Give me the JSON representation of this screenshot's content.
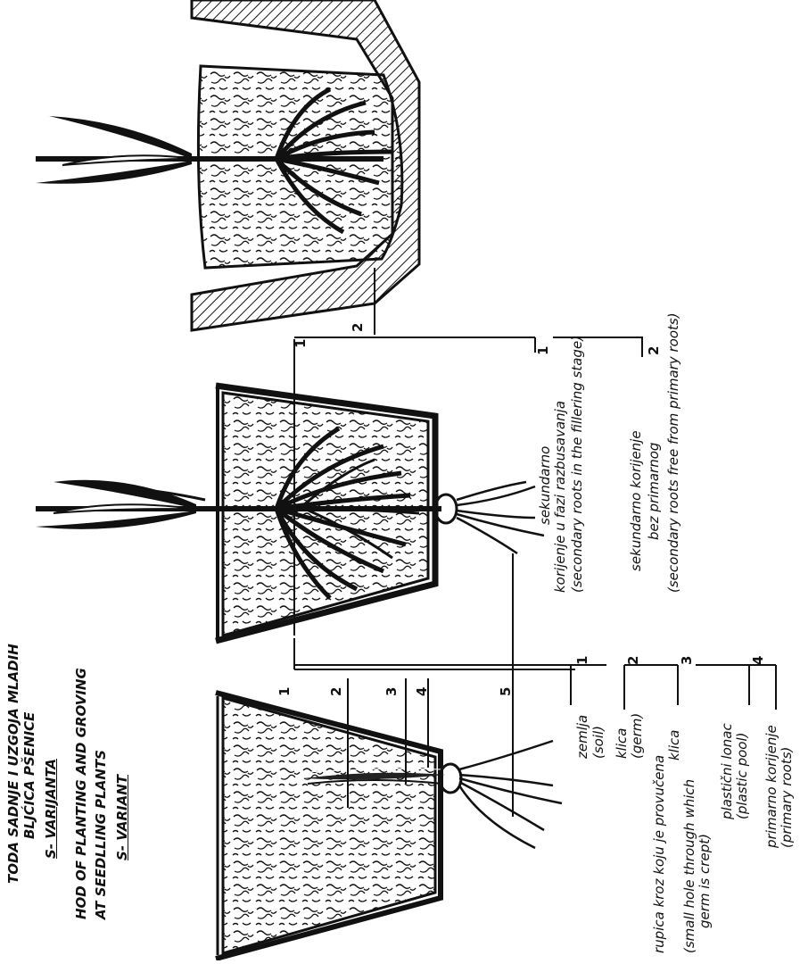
{
  "title": {
    "line1": "TODA SADNJE I UZGOJA MLADIH",
    "line2": "BLJĆICA PŠENICE",
    "line3": "S- VARIJANTA",
    "line4": "HOD OF PLANTING AND GROVING",
    "line5": "AT SEEDLLING PLANTS",
    "line6": "S- VARIANT"
  },
  "left_pot_labels": {
    "n1": "1",
    "n2": "2",
    "n3": "3",
    "n4": "4",
    "n5": "5",
    "l1_hr": "zemlja",
    "l1_en": "(soil)",
    "l2_hr": "klica",
    "l2_en": "(germ)",
    "l3_hr1": "rupica kroz koju je provučena",
    "l3_hr2": "klica",
    "l3_en1": "(small hole through which",
    "l3_en2": "germ is crept)",
    "l4_hr": "plastični lonac",
    "l4_en": "(plastic pool)",
    "l5_hr": "primarno korijenje",
    "l5_en": "(primary roots)"
  },
  "right_labels": {
    "n1": "1",
    "n2": "2",
    "l1_hr1": "sekundarno",
    "l1_hr2": "korijenje u fazi razbusavanja",
    "l1_en": "(secondary roots in the fillering stage)",
    "l2_hr1": "sekundarno korijenje",
    "l2_hr2": "bez primarnog",
    "l2_en": "(secondary roots free from primary roots)"
  }
}
